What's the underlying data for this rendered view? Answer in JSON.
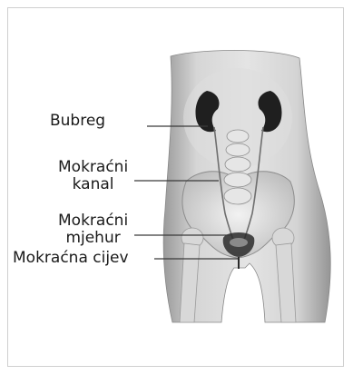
{
  "labels": {
    "kidney": "Bubreg",
    "ureter_line1": "Mokraćni",
    "ureter_line2": "kanal",
    "bladder_line1": "Mokraćni",
    "bladder_line2": "mjehur",
    "urethra": "Mokraćna cijev"
  },
  "colors": {
    "frame_border": "#cfcfcf",
    "body_skin": "#c9c9c9",
    "kidney": "#1f1f1f",
    "text": "#1a1a1a",
    "leader_line": "#3a3a3a"
  }
}
